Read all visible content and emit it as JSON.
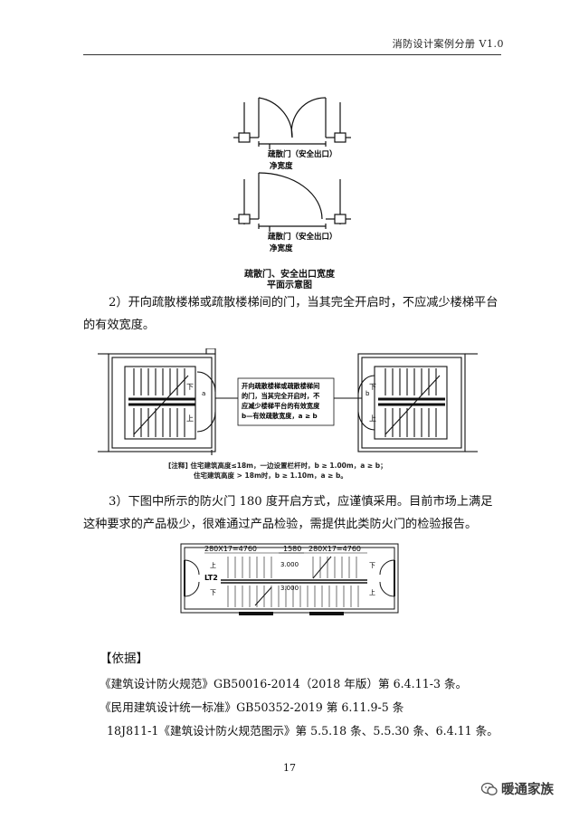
{
  "header": {
    "title": "消防设计案例分册 V1.0"
  },
  "figure1": {
    "label_top": "疏散门（安全出口）",
    "width_top": "净宽度",
    "label_bottom": "疏散门（安全出口）",
    "width_bottom": "净宽度",
    "caption_line1": "疏散门、安全出口宽度",
    "caption_line2": "平面示意图"
  },
  "paragraph2": "2）开向疏散楼梯或疏散楼梯间的门，当其完全开启时，不应减少楼梯平台的有效宽度。",
  "figure2": {
    "callout_lines": [
      "开向疏散楼梯或疏散楼梯间",
      "的门，当其完全开启时，不",
      "应减少楼梯平台的有效宽度",
      "b—有效疏散宽度，a ≥ b"
    ],
    "mark_down": "下",
    "mark_up": "上",
    "mark_a": "a",
    "mark_b": "b",
    "note_line1": "[注释] 住宅建筑高度≤18m，一边设置栏杆时，b ≥ 1.00m，a ≥ b；",
    "note_line2": "住宅建筑高度 > 18m时，b ≥ 1.10m，a ≥ b。"
  },
  "paragraph3": "3）下图中所示的防火门 180 度开启方式，应谨慎采用。目前市场上满足这种要求的产品极少，很难通过产品检验，需提供此类防火门的检验报告。",
  "figure3": {
    "dim_left": "280X17=4760",
    "dim_mid": "1580",
    "dim_right": "280X17=4760",
    "level_upper": "3.000",
    "level_lower": "3.000",
    "label_lt": "LT2",
    "mark_up_left": "上",
    "mark_down_left": "下",
    "mark_down_right": "下",
    "mark_up_right": "上"
  },
  "basis": {
    "heading": "【依据】",
    "lines": [
      "《建筑设计防火规范》GB50016-2014（2018 年版）第 6.4.11-3 条。",
      "《民用建筑设计统一标准》GB50352-2019 第 6.11.9-5 条",
      "18J811-1《建筑设计防火规范图示》第 5.5.18 条、5.5.30 条、6.4.11 条。"
    ]
  },
  "page_number": "17",
  "watermark": "暖通家族"
}
